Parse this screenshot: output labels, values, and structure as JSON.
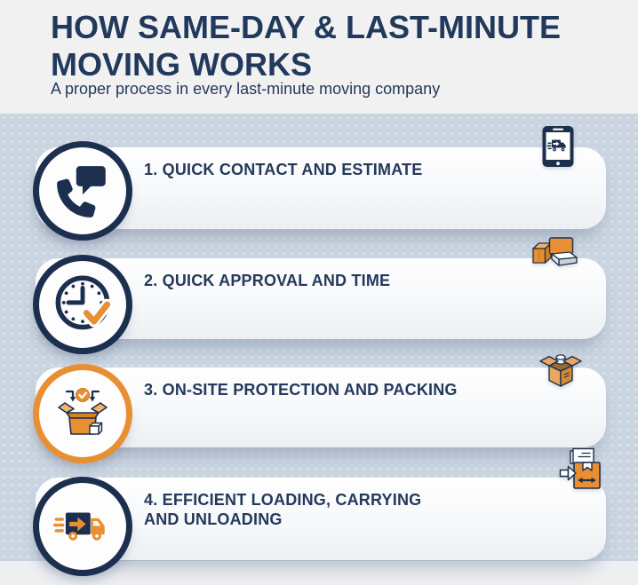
{
  "header": {
    "title": "HOW SAME-DAY & LAST-MINUTE MOVING WORKS",
    "subtitle": "A proper process in every last-minute moving company"
  },
  "steps": [
    {
      "label": "1. QUICK CONTACT AND ESTIMATE",
      "icon": "phone-chat-icon",
      "corner_icon": "smartphone-truck-icon"
    },
    {
      "label": "2. QUICK APPROVAL AND TIME",
      "icon": "clock-check-icon",
      "corner_icon": "moving-boxes-icon"
    },
    {
      "label": "3. ON-SITE PROTECTION AND PACKING",
      "icon": "packing-box-icon",
      "corner_icon": "open-box-icon"
    },
    {
      "label": "4. EFFICIENT LOADING, CARRYING\n AND UNLOADING",
      "icon": "moving-truck-icon",
      "corner_icon": "package-documents-icon"
    }
  ],
  "colors": {
    "navy": "#1d2f4e",
    "text_navy": "#24395b",
    "title": "#21395c",
    "orange": "#e98f33",
    "orange_dark": "#d8821f",
    "orange_light": "#f4b467",
    "bg_top": "#f1f1f2",
    "bg_blue": "#cbd5e1",
    "bg_bottom": "#edeff1"
  }
}
